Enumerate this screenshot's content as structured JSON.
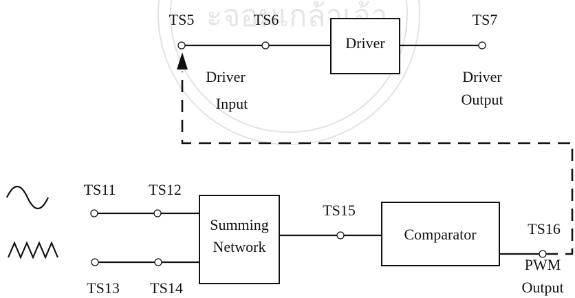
{
  "terminals": {
    "ts5": "TS5",
    "ts6": "TS6",
    "ts7": "TS7",
    "ts11": "TS11",
    "ts12": "TS12",
    "ts13": "TS13",
    "ts14": "TS14",
    "ts15": "TS15",
    "ts16": "TS16"
  },
  "blocks": {
    "driver": "Driver",
    "summing_line1": "Summing",
    "summing_line2": "Network",
    "comparator": "Comparator"
  },
  "labels": {
    "driver_input_line1": "Driver",
    "driver_input_line2": "Input",
    "driver_output_line1": "Driver",
    "driver_output_line2": "Output",
    "pwm_output_line1": "PWM",
    "pwm_output_line2": "Output"
  },
  "icons": {
    "sine": "sine-wave-icon",
    "triangle": "triangle-wave-icon"
  },
  "watermark": {
    "text": "ะจอมเกล้าเจ้า"
  }
}
